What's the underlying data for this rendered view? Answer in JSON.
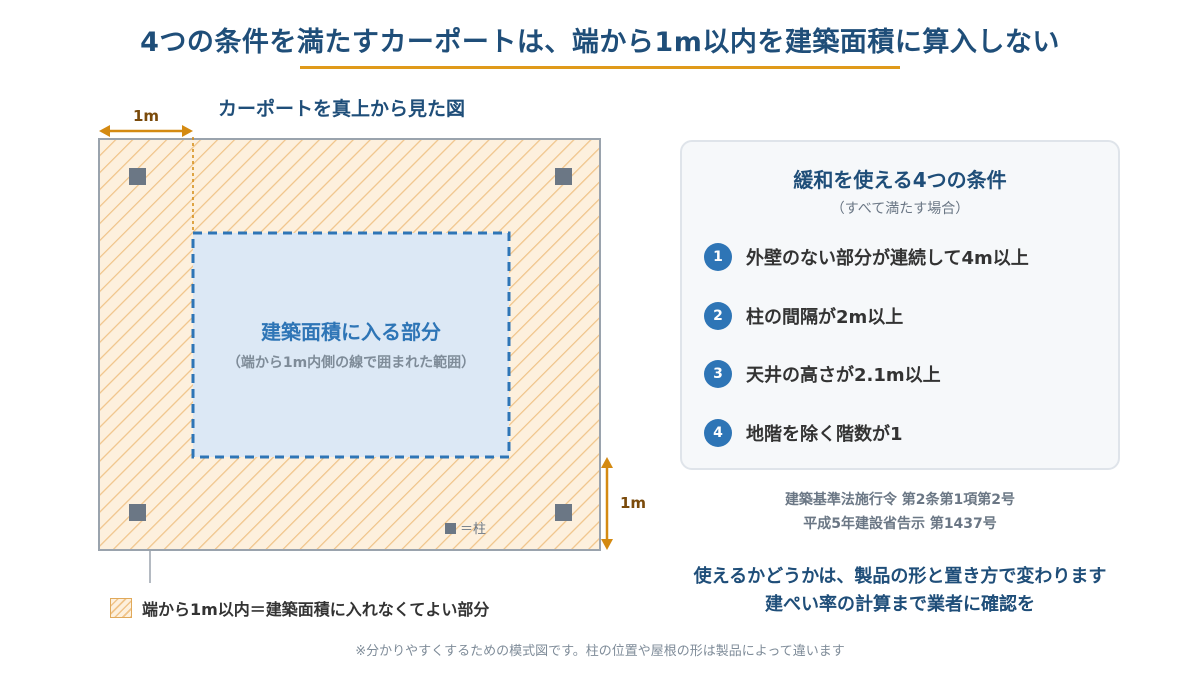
{
  "header": {
    "title": "4つの条件を満たすカーポートは、端から1m以内を建築面積に算入しない",
    "accent_color": "#e09a1a",
    "title_color": "#1f4e79"
  },
  "diagram": {
    "subtitle": "カーポートを真上から見た図",
    "top_dimension": "1m",
    "side_dimension": "1m",
    "inner_area_title": "建築面積に入る部分",
    "inner_area_sub": "（端から1m内側の線で囲まれた範囲）",
    "pillar_legend": "＝柱",
    "legend_text": "端から1m以内＝建築面積に入れなくてよい部分",
    "pillar_count": 4,
    "colors": {
      "hatch_fill": "#fdf0dd",
      "hatch_line": "#f0c48a",
      "inner_fill": "#dce8f5",
      "inner_border": "#2e75b6",
      "pillar": "#6b7785",
      "dimension": "#d48a12"
    }
  },
  "conditions_panel": {
    "title": "緩和を使える4つの条件",
    "subtitle": "（すべて満たす場合）",
    "items": [
      {
        "num": "1",
        "text": "外壁のない部分が連続して4m以上"
      },
      {
        "num": "2",
        "text": "柱の間隔が2m以上"
      },
      {
        "num": "3",
        "text": "天井の高さが2.1m以上"
      },
      {
        "num": "4",
        "text": "地階を除く階数が1"
      }
    ]
  },
  "law": {
    "line1": "建築基準法施行令 第2条第1項第2号",
    "line2": "平成5年建設省告示 第1437号"
  },
  "note": {
    "line1": "使えるかどうかは、製品の形と置き方で変わります",
    "line2": "建ぺい率の計算まで業者に確認を"
  },
  "footnote": "※分かりやすくするための模式図です。柱の位置や屋根の形は製品によって違います"
}
